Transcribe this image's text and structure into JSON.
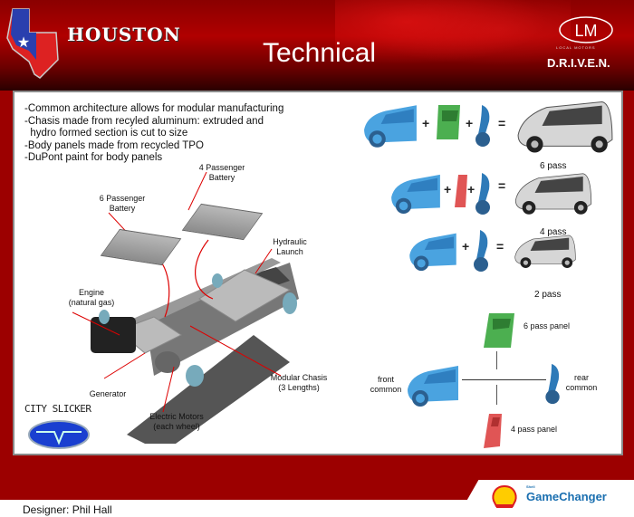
{
  "header": {
    "city": "HOUSTON",
    "title": "Technical",
    "brand_small": "LOCAL MOTORS",
    "brand_tagline": "D.R.I.V.E.N.",
    "colors": {
      "header_red": "#b00000",
      "band_red": "#9c0000"
    }
  },
  "features": [
    "-Common architecture allows for modular manufacturing",
    "-Chasis made from recyled aluminum: extruded and",
    "  hydro formed section is cut to size",
    "-Body panels made from recycled TPO",
    "-DuPont paint for body panels"
  ],
  "chassis_labels": {
    "battery6": "6 Passenger\nBattery",
    "battery4": "4 Passenger\nBattery",
    "hydraulic": "Hydraulic\nLaunch",
    "engine": "Engine\n(natural gas)",
    "generator": "Generator",
    "motors": "Electric Motors\n(each wheel)",
    "chassis": "Modular Chasis\n(3 Lengths)"
  },
  "product_name": "CITY SLICKER",
  "configs": [
    {
      "result": "6 pass",
      "panel_color": "#4caf50"
    },
    {
      "result": "4 pass",
      "panel_color": "#e05555"
    },
    {
      "result": "2 pass",
      "panel_color": null
    }
  ],
  "operators": {
    "plus": "+",
    "equals": "="
  },
  "modules": {
    "front": "front\ncommon",
    "rear": "rear\ncommon",
    "panel6": "6 pass panel",
    "panel4": "4 pass panel"
  },
  "footer": {
    "designer": "Designer: Phil Hall",
    "sponsor_small": "Shell",
    "sponsor": "GameChanger"
  }
}
